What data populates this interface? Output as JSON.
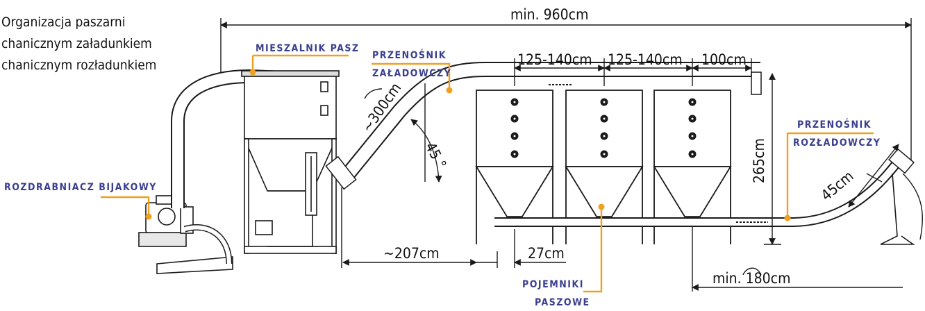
{
  "intro": {
    "line1": "Organizacja paszarni",
    "line2": "chanicznym załadunkiem",
    "line3": "chanicznym rozładunkiem"
  },
  "labels": {
    "mixer": "MIESZALNIK PASZ",
    "loader_1": "PRZENOŚNIK",
    "loader_2": "ZAŁADOWCZY",
    "grinder": "ROZDRABNIACZ BIJAKOWY",
    "unloader_1": "PRZENOŚNIK",
    "unloader_2": "ROZŁADOWCZY",
    "containers_1": "POJEMNIKI",
    "containers_2": "PASZOWE"
  },
  "dimensions": {
    "total": "min. 960cm",
    "span_1": "125-140cm",
    "span_2": "125-140cm",
    "span_3": "100cm",
    "incline_length": "~300cm",
    "angle": "45 °",
    "height": "265cm",
    "unloader_gap": "45cm",
    "conveyor_base": "~207cm",
    "leg_gap": "27cm",
    "bend_radius": "min. 180cm"
  },
  "colors": {
    "line": "#1a1a1a",
    "accent": "#f0a020",
    "label": "#3a3f8f"
  }
}
